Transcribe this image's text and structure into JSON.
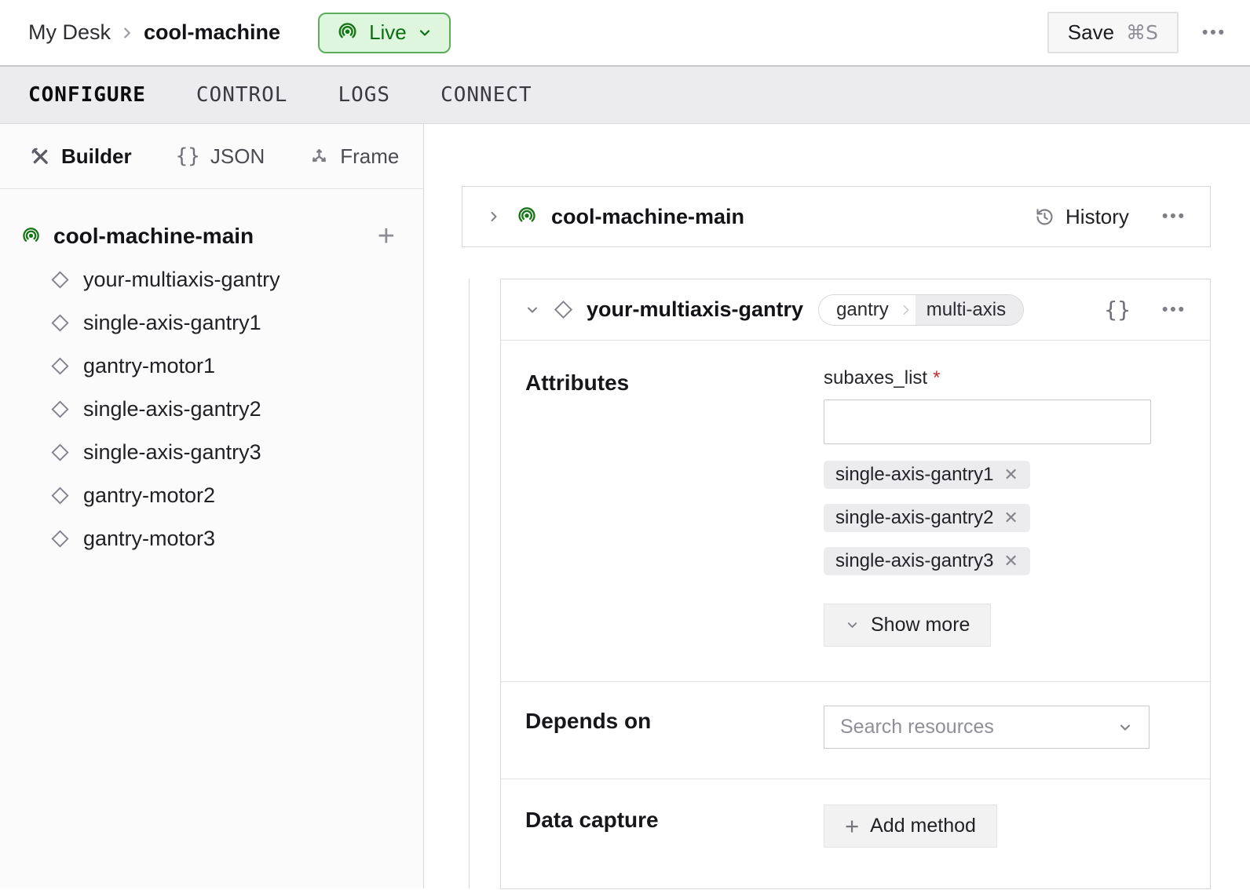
{
  "header": {
    "breadcrumb": [
      "My Desk",
      "cool-machine"
    ],
    "live_label": "Live",
    "save_label": "Save",
    "save_shortcut": "⌘S"
  },
  "tabs": [
    {
      "label": "CONFIGURE",
      "active": true
    },
    {
      "label": "CONTROL",
      "active": false
    },
    {
      "label": "LOGS",
      "active": false
    },
    {
      "label": "CONNECT",
      "active": false
    }
  ],
  "sidebar": {
    "modes": [
      {
        "label": "Builder",
        "icon": "tools-icon",
        "active": true
      },
      {
        "label": "JSON",
        "icon": "curly-braces-icon",
        "active": false
      },
      {
        "label": "Frame",
        "icon": "frame-axes-icon",
        "active": false
      }
    ],
    "root_label": "cool-machine-main",
    "items": [
      "your-multiaxis-gantry",
      "single-axis-gantry1",
      "gantry-motor1",
      "single-axis-gantry2",
      "single-axis-gantry3",
      "gantry-motor2",
      "gantry-motor3"
    ]
  },
  "main": {
    "part": {
      "title": "cool-machine-main",
      "history_label": "History"
    },
    "component": {
      "title": "your-multiaxis-gantry",
      "tags": [
        "gantry",
        "multi-axis"
      ],
      "attributes": {
        "label": "Attributes",
        "field_label": "subaxes_list",
        "required_marker": "*",
        "input_value": "",
        "chips": [
          "single-axis-gantry1",
          "single-axis-gantry2",
          "single-axis-gantry3"
        ],
        "show_more_label": "Show more"
      },
      "depends_on": {
        "label": "Depends on",
        "placeholder": "Search resources"
      },
      "data_capture": {
        "label": "Data capture",
        "add_method_label": "Add method"
      }
    }
  },
  "icons": {
    "more": "•••",
    "code_braces": "{}",
    "plus": "+",
    "remove": "✕"
  },
  "colors": {
    "accent_green": "#177517",
    "live_bg": "#ddf6dd",
    "live_border": "#5cae5c",
    "required_red": "#c23030",
    "border_gray": "#d9d9db",
    "chip_bg": "#ececee"
  }
}
